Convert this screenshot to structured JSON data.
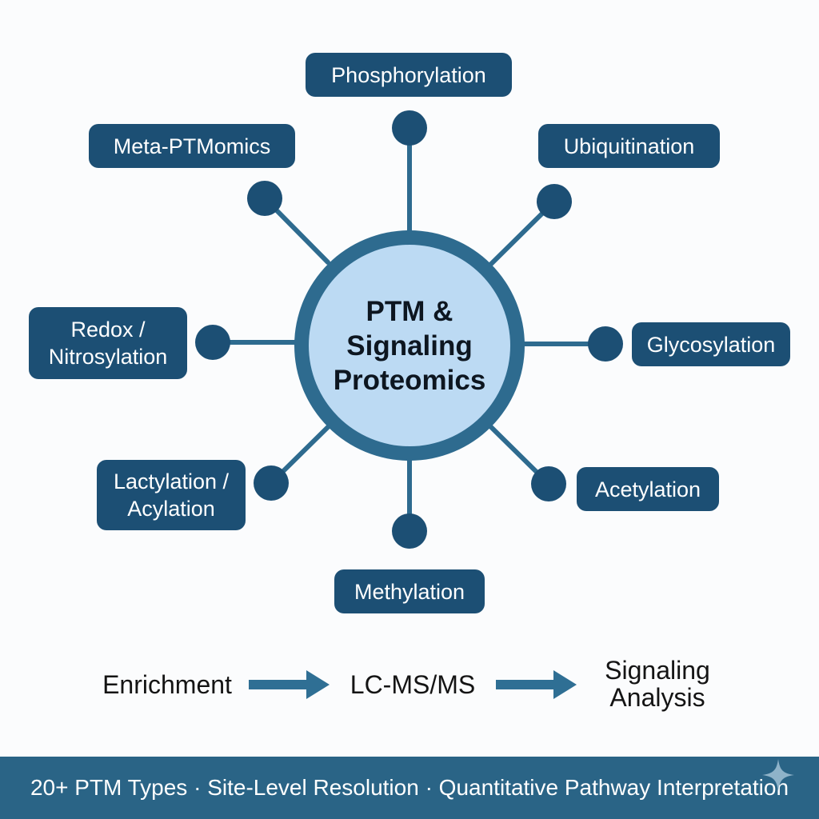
{
  "center": {
    "title": "PTM &\nSignaling\nProteomics"
  },
  "nodes": [
    {
      "label": "Phosphorylation"
    },
    {
      "label": "Ubiquitination"
    },
    {
      "label": "Glycosylation"
    },
    {
      "label": "Acetylation"
    },
    {
      "label": "Methylation"
    },
    {
      "label": "Lactylation /\nAcylation"
    },
    {
      "label": "Redox /\nNitrosylation"
    },
    {
      "label": "Meta-PTMomics"
    }
  ],
  "workflow": {
    "steps": [
      "Enrichment",
      "LC-MS/MS",
      "Signaling\nAnalysis"
    ]
  },
  "footer": {
    "text": "20+ PTM Types · Site-Level Resolution · Quantitative Pathway Interpretation"
  },
  "colors": {
    "node_fill": "#1c4f74",
    "connector": "#2e6b8f",
    "hub_ring": "#2e6b8f",
    "hub_fill": "#bcdaf3",
    "arrow": "#2f6f94",
    "footer_bg": "#2a6486"
  },
  "icons": {
    "footer_corner": "sparkle-icon"
  }
}
